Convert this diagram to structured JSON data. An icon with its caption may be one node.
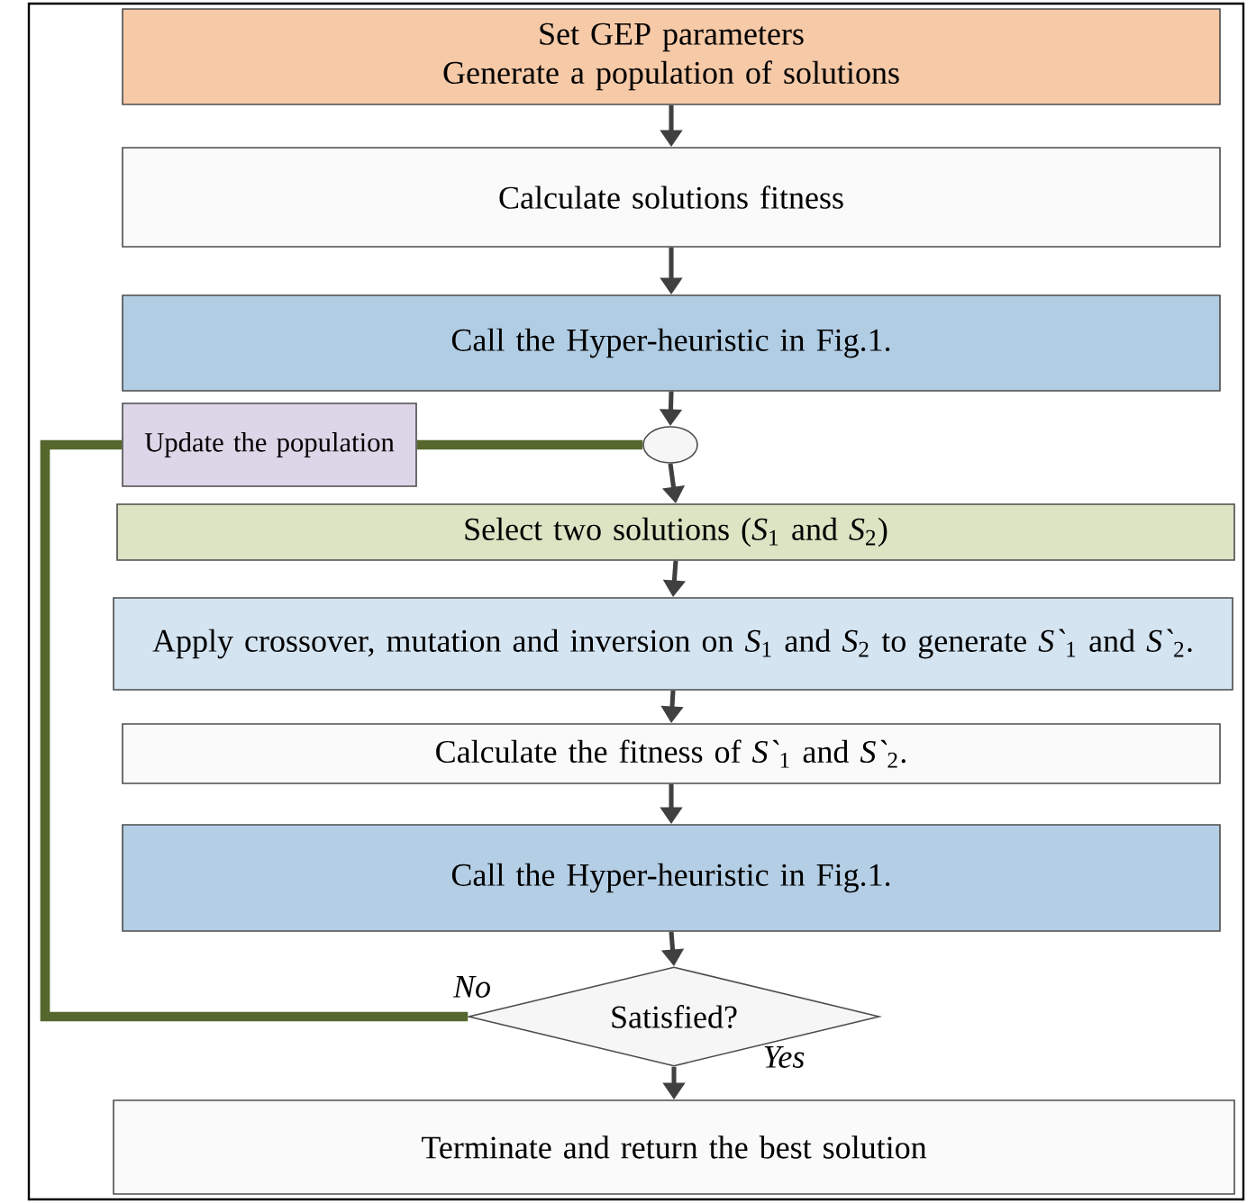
{
  "diagram": {
    "nodes": [
      {
        "text": [
          "Set GEP parameters",
          "Generate a population of solutions"
        ]
      },
      {
        "text": [
          "Calculate solutions fitness"
        ]
      },
      {
        "text": [
          "Call the Hyper-heuristic in Fig.1."
        ]
      },
      {
        "text": [],
        "shape": "circle"
      },
      {
        "text": [
          "Update the population"
        ]
      },
      {
        "text": [
          "Select two solutions (*S*$_{1}$ and *S*$_{2}$)"
        ]
      },
      {
        "text": [
          "Apply crossover, mutation and inversion on *S*$_{1}$ and *S*$_{2}$ to generate *S`*$_{1}$ and *S`*$_{2}$."
        ]
      },
      {
        "text": [
          "Calculate the fitness of *S`*$_{1}$ and *S`*$_{2}$."
        ]
      },
      {
        "text": [
          "Call the Hyper-heuristic in Fig.1."
        ]
      },
      {
        "text": [
          "Satisfied?"
        ]
      },
      {
        "text": [
          "Terminate and return the best solution"
        ]
      }
    ],
    "edges": [
      {
        "from": 0,
        "to": 1,
        "arrow": "to"
      },
      {
        "from": 1,
        "to": 2,
        "arrow": "to"
      },
      {
        "from": 2,
        "to": 3,
        "arrow": "to"
      },
      {
        "from": 3,
        "to": 5,
        "arrow": "to"
      },
      {
        "from": 5,
        "to": 6,
        "arrow": "to"
      },
      {
        "from": 6,
        "to": 7,
        "arrow": "to"
      },
      {
        "from": 7,
        "to": 8,
        "arrow": "to"
      },
      {
        "from": 8,
        "to": 9,
        "arrow": "to"
      },
      {
        "from": 9,
        "to": 10,
        "arrow": "to",
        "label": "Yes"
      },
      {
        "from": 9,
        "to": 4,
        "arrow": "none",
        "label": "No",
        "style": "thick",
        "color": "#56672e"
      },
      {
        "from": 4,
        "to": 3,
        "arrow": "none",
        "style": "thick",
        "color": "#56672e"
      }
    ]
  }
}
